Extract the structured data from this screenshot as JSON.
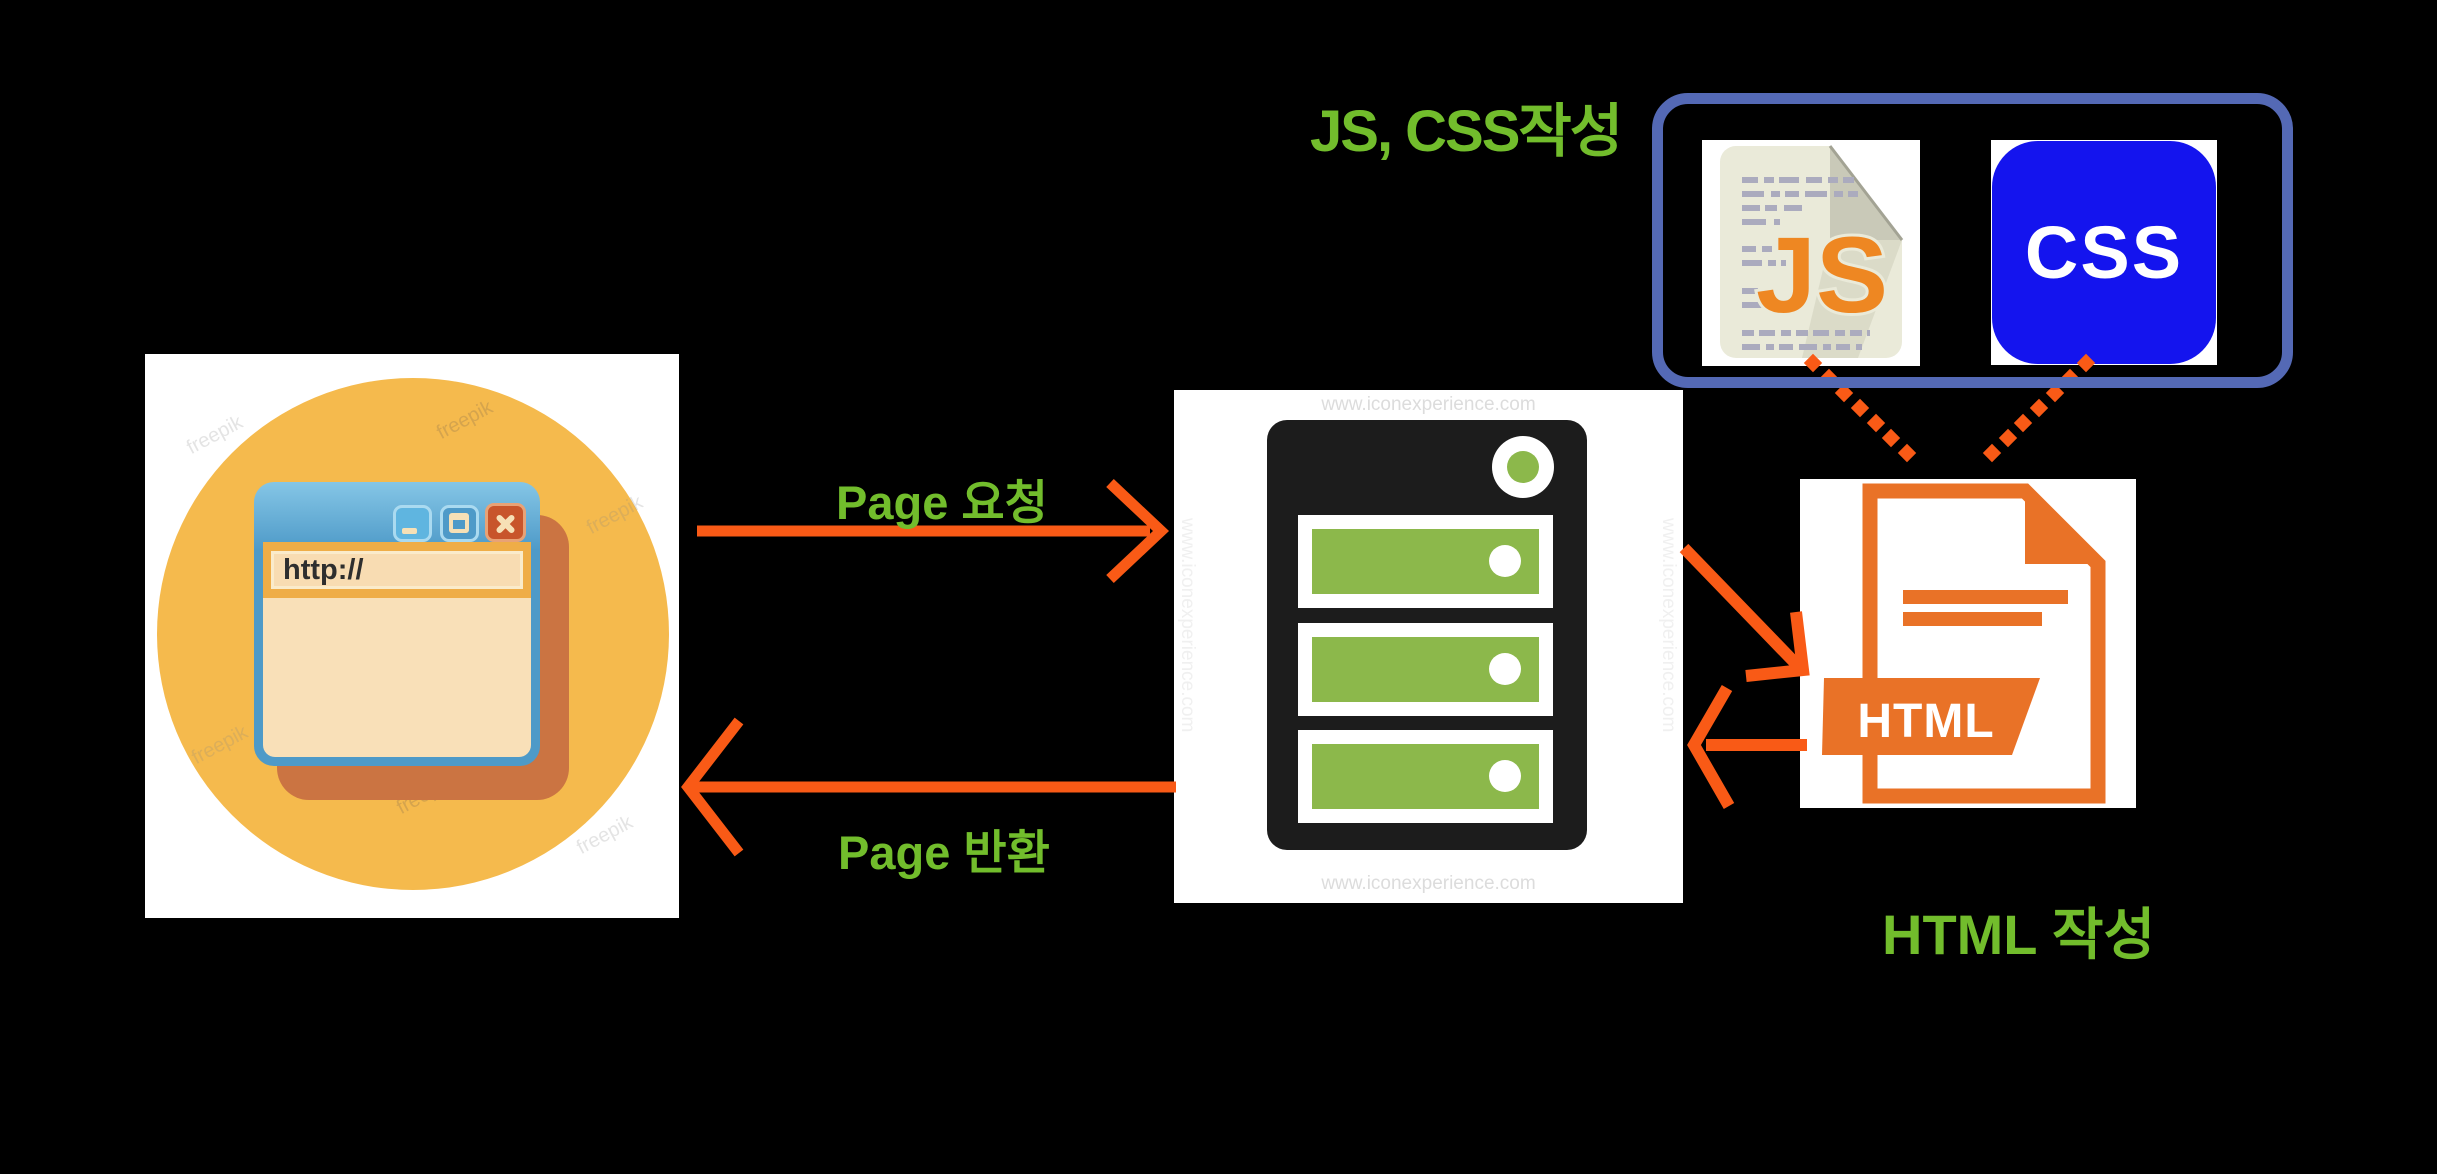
{
  "labels": {
    "js_css_note": "JS, CSS작성",
    "html_note": "HTML 작성",
    "page_request": "Page 요청",
    "page_return": "Page 반환"
  },
  "browser": {
    "url_text": "http://",
    "watermark": "freepik"
  },
  "server": {
    "watermark": "www.iconexperience.com"
  },
  "file_icons": {
    "js": "JS",
    "css": "CSS",
    "html": "HTML"
  },
  "colors": {
    "green": "#72BD2C",
    "orange": "#F95A16",
    "deep-orange": "#E97227",
    "blue-border": "#5469B5",
    "css-blue": "#1414EE",
    "js-orange": "#EE8722",
    "server-green": "#8CB84B",
    "ink": "#1C1C1C",
    "circle-yellow": "#F5BA4D",
    "frame-blue": "#4E9AC8",
    "cream": "#F8DCB2",
    "url-strip": "#EFAD47",
    "window-shadow": "#CB7442",
    "close-red": "#C8552B"
  },
  "diagram": {
    "nodes": [
      {
        "id": "browser",
        "icon": "browser-window-icon"
      },
      {
        "id": "server",
        "icon": "server-icon"
      },
      {
        "id": "html-file",
        "icon": "html-file-icon",
        "label": "HTML 작성"
      },
      {
        "id": "js-file",
        "icon": "js-file-icon",
        "label": "JS, CSS작성"
      },
      {
        "id": "css-file",
        "icon": "css-file-icon",
        "label": "JS, CSS작성"
      }
    ],
    "edges": [
      {
        "from": "browser",
        "to": "server",
        "label": "Page 요청",
        "style": "solid-arrow"
      },
      {
        "from": "server",
        "to": "browser",
        "label": "Page 반환",
        "style": "solid-arrow"
      },
      {
        "from": "server",
        "to": "html-file",
        "style": "solid-arrow"
      },
      {
        "from": "html-file",
        "to": "server",
        "style": "solid-arrow"
      },
      {
        "from": "js-file",
        "to": "html-file",
        "style": "dotted-line"
      },
      {
        "from": "css-file",
        "to": "html-file",
        "style": "dotted-line"
      }
    ]
  }
}
